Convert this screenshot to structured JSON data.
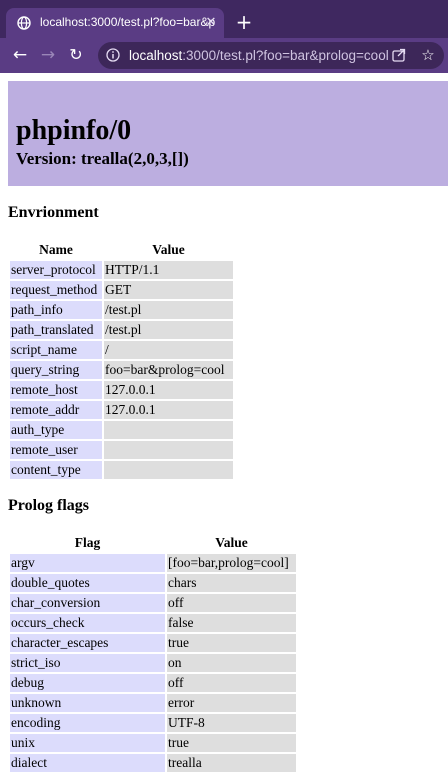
{
  "browser": {
    "tab_title": "localhost:3000/test.pl?foo=bar&p",
    "url_host": "localhost",
    "url_rest": ":3000/test.pl?foo=bar&prolog=cool"
  },
  "page": {
    "title": "phpinfo/0",
    "version": "Version: trealla(2,0,3,[])",
    "env_heading": "Envrionment",
    "env_columns": {
      "name": "Name",
      "value": "Value"
    },
    "env_rows": [
      {
        "k": "server_protocol",
        "v": "HTTP/1.1"
      },
      {
        "k": "request_method",
        "v": "GET"
      },
      {
        "k": "path_info",
        "v": "/test.pl"
      },
      {
        "k": "path_translated",
        "v": "/test.pl"
      },
      {
        "k": "script_name",
        "v": "/"
      },
      {
        "k": "query_string",
        "v": "foo=bar&prolog=cool"
      },
      {
        "k": "remote_host",
        "v": "127.0.0.1"
      },
      {
        "k": "remote_addr",
        "v": "127.0.0.1"
      },
      {
        "k": "auth_type",
        "v": ""
      },
      {
        "k": "remote_user",
        "v": ""
      },
      {
        "k": "content_type",
        "v": ""
      }
    ],
    "flags_heading": "Prolog flags",
    "flags_columns": {
      "name": "Flag",
      "value": "Value"
    },
    "flags_rows": [
      {
        "k": "argv",
        "v": "[foo=bar,prolog=cool]"
      },
      {
        "k": "double_quotes",
        "v": "chars"
      },
      {
        "k": "char_conversion",
        "v": "off"
      },
      {
        "k": "occurs_check",
        "v": "false"
      },
      {
        "k": "character_escapes",
        "v": "true"
      },
      {
        "k": "strict_iso",
        "v": "on"
      },
      {
        "k": "debug",
        "v": "off"
      },
      {
        "k": "unknown",
        "v": "error"
      },
      {
        "k": "encoding",
        "v": "UTF-8"
      },
      {
        "k": "unix",
        "v": "true"
      },
      {
        "k": "dialect",
        "v": "trealla"
      }
    ]
  },
  "colors": {
    "banner": "#bcaee0",
    "key_cell": "#dcdcfc",
    "value_cell": "#dedede",
    "chrome": "#5a3c84"
  }
}
